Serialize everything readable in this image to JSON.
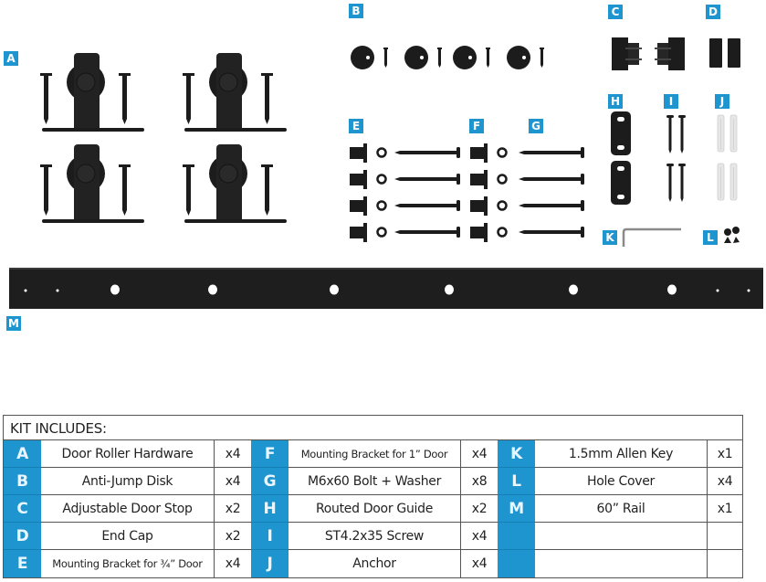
{
  "figure": {
    "labels": {
      "A": "A",
      "B": "B",
      "C": "C",
      "D": "D",
      "E": "E",
      "F": "F",
      "G": "G",
      "H": "H",
      "I": "I",
      "J": "J",
      "K": "K",
      "L": "L",
      "M": "M"
    },
    "accent_color": "#1f95d0",
    "part_color": "#1c1c1c"
  },
  "kit": {
    "title": "KIT INCLUDES:",
    "rows": [
      [
        {
          "letter": "A",
          "name": "Door Roller Hardware",
          "qty": "x4"
        },
        {
          "letter": "F",
          "name": "Mounting Bracket for 1” Door",
          "qty": "x4"
        },
        {
          "letter": "K",
          "name": "1.5mm Allen Key",
          "qty": "x1"
        }
      ],
      [
        {
          "letter": "B",
          "name": "Anti-Jump Disk",
          "qty": "x4"
        },
        {
          "letter": "G",
          "name": "M6x60 Bolt + Washer",
          "qty": "x8"
        },
        {
          "letter": "L",
          "name": "Hole Cover",
          "qty": "x4"
        }
      ],
      [
        {
          "letter": "C",
          "name": "Adjustable Door Stop",
          "qty": "x2"
        },
        {
          "letter": "H",
          "name": "Routed Door Guide",
          "qty": "x2"
        },
        {
          "letter": "M",
          "name": "60” Rail",
          "qty": "x1"
        }
      ],
      [
        {
          "letter": "D",
          "name": "End Cap",
          "qty": "x2"
        },
        {
          "letter": "I",
          "name": "ST4.2x35 Screw",
          "qty": "x4"
        },
        {
          "letter": "",
          "name": "",
          "qty": ""
        }
      ],
      [
        {
          "letter": "E",
          "name": "Mounting Bracket for ¾” Door",
          "qty": "x4"
        },
        {
          "letter": "J",
          "name": "Anchor",
          "qty": "x4"
        },
        {
          "letter": "",
          "name": "",
          "qty": ""
        }
      ]
    ]
  }
}
